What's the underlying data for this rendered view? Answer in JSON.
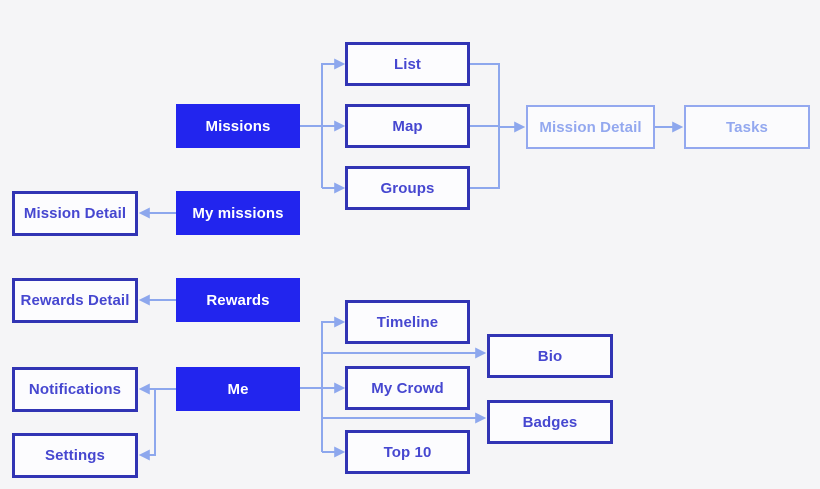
{
  "diagram": {
    "type": "app-navigation-flowchart",
    "colors": {
      "background": "#f5f5f7",
      "primary_fill": "#2225ee",
      "primary_text": "#ffffff",
      "outline_fill": "#fcfcfe",
      "outline_border": "#3134b4",
      "outline_text": "#4647d0",
      "muted_fill": "#fbfbfd",
      "muted_border": "#93a8ef",
      "muted_text": "#93a8ef",
      "connector": "#8da7ed"
    },
    "nodes": {
      "missions": {
        "label": "Missions",
        "style": "primary"
      },
      "list": {
        "label": "List",
        "style": "outline"
      },
      "map": {
        "label": "Map",
        "style": "outline"
      },
      "groups": {
        "label": "Groups",
        "style": "outline"
      },
      "mission_detail_top": {
        "label": "Mission Detail",
        "style": "muted"
      },
      "tasks": {
        "label": "Tasks",
        "style": "muted"
      },
      "my_missions": {
        "label": "My missions",
        "style": "primary"
      },
      "mission_detail_left": {
        "label": "Mission Detail",
        "style": "outline"
      },
      "rewards": {
        "label": "Rewards",
        "style": "primary"
      },
      "rewards_detail": {
        "label": "Rewards Detail",
        "style": "outline"
      },
      "me": {
        "label": "Me",
        "style": "primary"
      },
      "notifications": {
        "label": "Notifications",
        "style": "outline"
      },
      "settings": {
        "label": "Settings",
        "style": "outline"
      },
      "timeline": {
        "label": "Timeline",
        "style": "outline"
      },
      "my_crowd": {
        "label": "My Crowd",
        "style": "outline"
      },
      "top_10": {
        "label": "Top 10",
        "style": "outline"
      },
      "bio": {
        "label": "Bio",
        "style": "outline"
      },
      "badges": {
        "label": "Badges",
        "style": "outline"
      }
    },
    "edges": [
      {
        "from": "Missions",
        "to": "List"
      },
      {
        "from": "Missions",
        "to": "Map"
      },
      {
        "from": "Missions",
        "to": "Groups"
      },
      {
        "from": "List",
        "to": "Mission Detail"
      },
      {
        "from": "Map",
        "to": "Mission Detail"
      },
      {
        "from": "Groups",
        "to": "Mission Detail"
      },
      {
        "from": "Mission Detail",
        "to": "Tasks"
      },
      {
        "from": "My missions",
        "to": "Mission Detail"
      },
      {
        "from": "Rewards",
        "to": "Rewards Detail"
      },
      {
        "from": "Me",
        "to": "Notifications"
      },
      {
        "from": "Me",
        "to": "Settings"
      },
      {
        "from": "Me",
        "to": "Timeline"
      },
      {
        "from": "Me",
        "to": "My Crowd"
      },
      {
        "from": "Me",
        "to": "Top 10"
      },
      {
        "from": "Me",
        "to": "Bio"
      },
      {
        "from": "Me",
        "to": "Badges"
      }
    ]
  }
}
